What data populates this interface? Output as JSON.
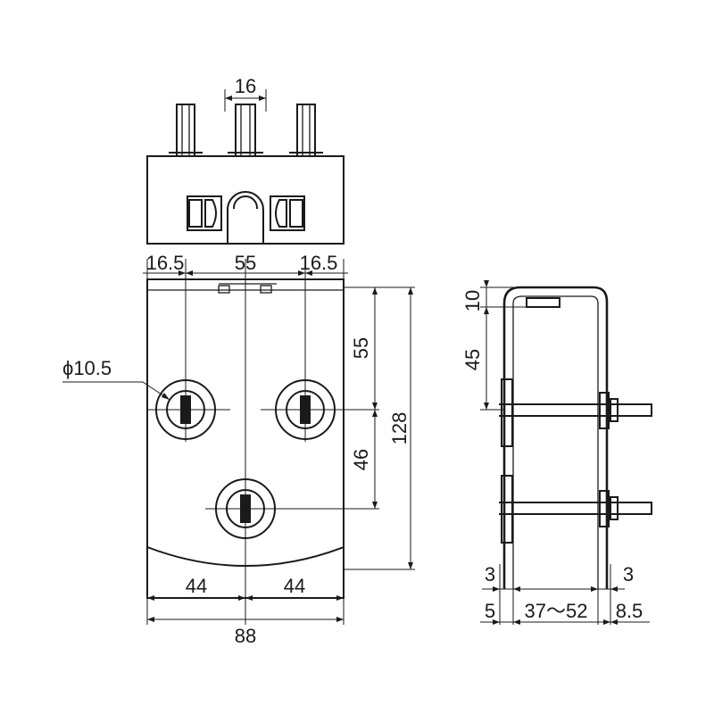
{
  "dimensions": {
    "top_bolt_pitch": "16",
    "hole_offset_left": "16.5",
    "hole_spacing": "55",
    "hole_offset_right": "16.5",
    "hole_diameter": "ϕ10.5",
    "vertical_upper": "55",
    "vertical_lower": "46",
    "total_height": "128",
    "half_width_left": "44",
    "half_width_right": "44",
    "total_width": "88",
    "side_top_offset": "10",
    "side_upper_spacing": "45",
    "side_gap_left": "3",
    "side_gap_right": "3",
    "side_thickness_left": "5",
    "side_range": "37～52",
    "side_thickness_right": "8.5"
  },
  "colors": {
    "line": "#1a1a1a",
    "background": "#ffffff"
  }
}
